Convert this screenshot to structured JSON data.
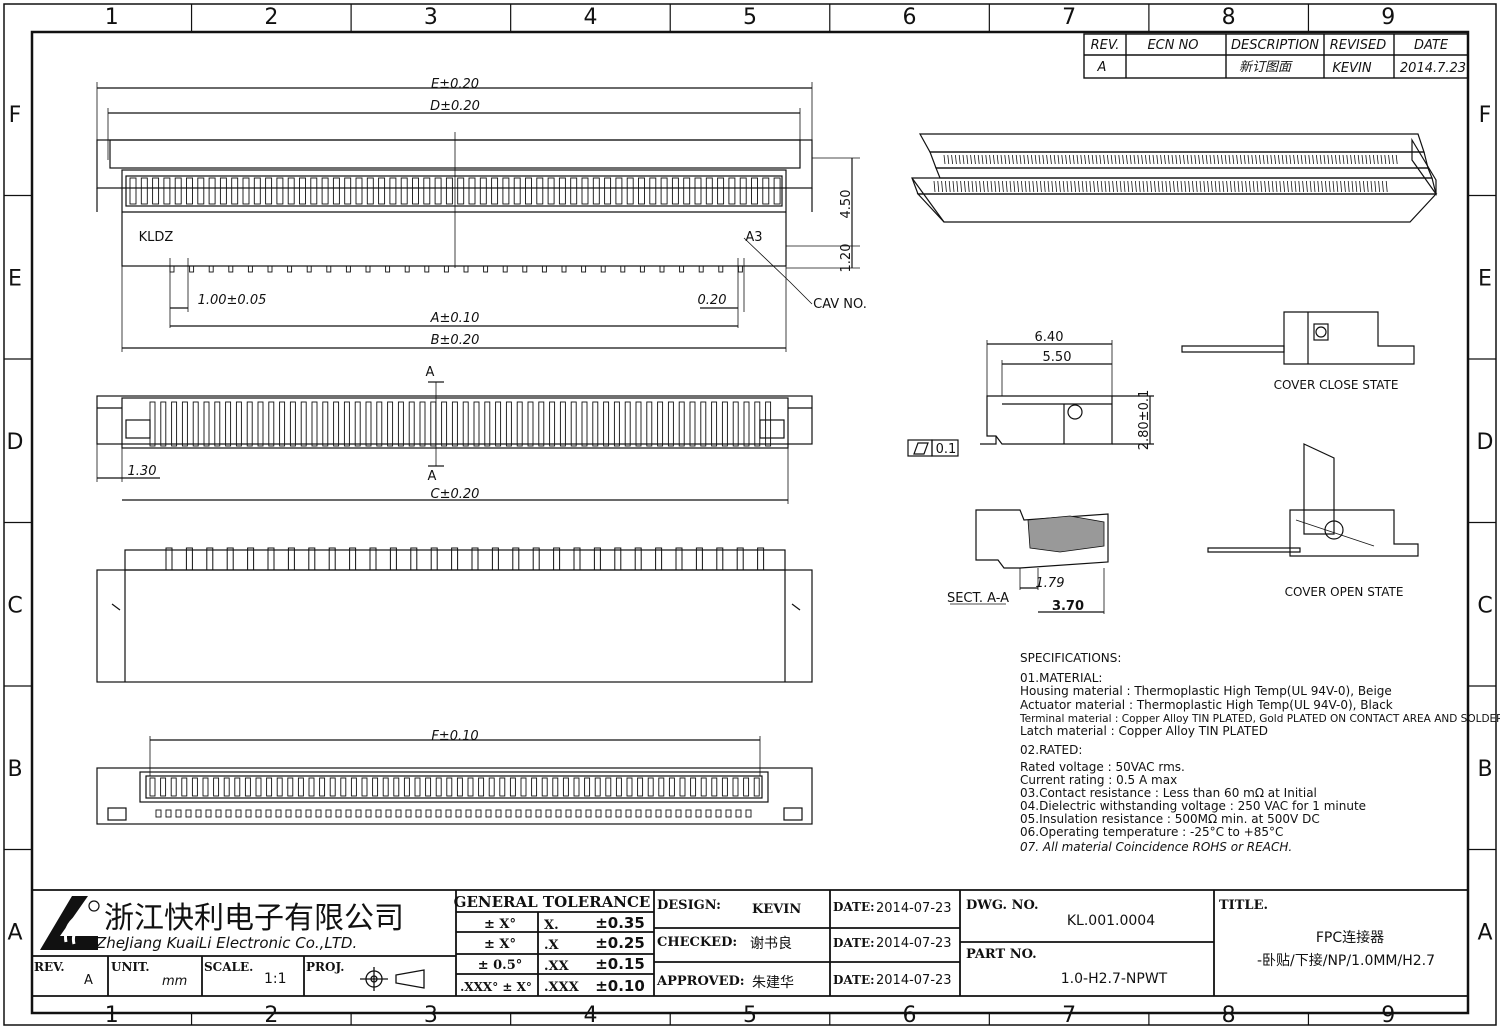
{
  "border": {
    "columns": [
      "1",
      "2",
      "3",
      "4",
      "5",
      "6",
      "7",
      "8",
      "9"
    ],
    "rows": [
      "F",
      "E",
      "D",
      "C",
      "B",
      "A"
    ]
  },
  "revision_table": {
    "headers": [
      "REV.",
      "ECN NO",
      "DESCRIPTION",
      "REVISED",
      "DATE"
    ],
    "row": [
      "A",
      "",
      "新订图面",
      "KEVIN",
      "2014.7.23"
    ]
  },
  "top_view": {
    "dim_e": "E±0.20",
    "dim_d": "D±0.20",
    "label_left": "KLDZ",
    "label_right": "A3",
    "dim_450": "4.50",
    "dim_120": "1.20",
    "pitch": "1.00±0.05",
    "dim_020": "0.20",
    "cav": "CAV NO.",
    "dim_a": "A±0.10",
    "dim_b": "B±0.20"
  },
  "front_view": {
    "section": "A",
    "dim_130": "1.30",
    "dim_c": "C±0.20"
  },
  "bottom_view": {
    "dim_f": "F±0.10"
  },
  "side_view": {
    "dim_640": "6.40",
    "dim_550": "5.50",
    "dim_280": "2.80±0.1",
    "flatness": "0.1"
  },
  "section_view": {
    "label": "SECT. A-A",
    "dim_179": "1.79",
    "dim_370": "3.70"
  },
  "states": {
    "closed": "COVER CLOSE STATE",
    "open": "COVER OPEN STATE"
  },
  "specs": {
    "title": "SPECIFICATIONS:",
    "lines": [
      "01.MATERIAL:",
      "Housing material : Thermoplastic High Temp(UL 94V-0), Beige",
      "Actuator material : Thermoplastic High Temp(UL 94V-0), Black",
      "Terminal material : Copper Alloy TIN PLATED, Gold PLATED ON CONTACT AREA AND SOLDER AREA.",
      "Latch material :  Copper Alloy TIN PLATED",
      "02.RATED:",
      "Rated voltage : 50VAC rms.",
      "Current rating : 0.5 A max",
      "03.Contact resistance : Less than 60 mΩ at Initial",
      "04.Dielectric withstanding voltage : 250 VAC for 1 minute",
      "05.Insulation resistance : 500MΩ min. at 500V DC",
      "06.Operating temperature : -25°C to +85°C",
      "07. All material Coincidence ROHS or REACH."
    ]
  },
  "title_block": {
    "company_cn": "浙江快利电子有限公司",
    "company_en": "ZheJiang KuaiLi Electronic Co.,LTD.",
    "tolerance_title": "GENERAL TOLERANCE",
    "tolerances": [
      [
        "± X°",
        "X.",
        "±0.35"
      ],
      [
        "± X°",
        ".X",
        "±0.25"
      ],
      [
        "± 0.5°",
        ".XX",
        "±0.15"
      ],
      [
        ".XXX° ± X°",
        ".XXX",
        "±0.10"
      ]
    ],
    "rev_label": "REV.",
    "rev_value": "A",
    "unit_label": "UNIT.",
    "unit_value": "mm",
    "scale_label": "SCALE.",
    "scale_value": "1:1",
    "proj_label": "PROJ.",
    "design_label": "DESIGN:",
    "design_value": "KEVIN",
    "checked_label": "CHECKED:",
    "checked_value": "谢书良",
    "approved_label": "APPROVED:",
    "approved_value": "朱建华",
    "date_label": "DATE:",
    "date_values": [
      "2014-07-23",
      "2014-07-23",
      "2014-07-23"
    ],
    "dwg_label": "DWG. NO.",
    "dwg_value": "KL.001.0004",
    "part_label": "PART NO.",
    "part_value": "1.0-H2.7-NPWT",
    "title_label": "TITLE.",
    "title_line1": "FPC连接器",
    "title_line2": "-卧贴/下接/NP/1.0MM/H2.7"
  }
}
